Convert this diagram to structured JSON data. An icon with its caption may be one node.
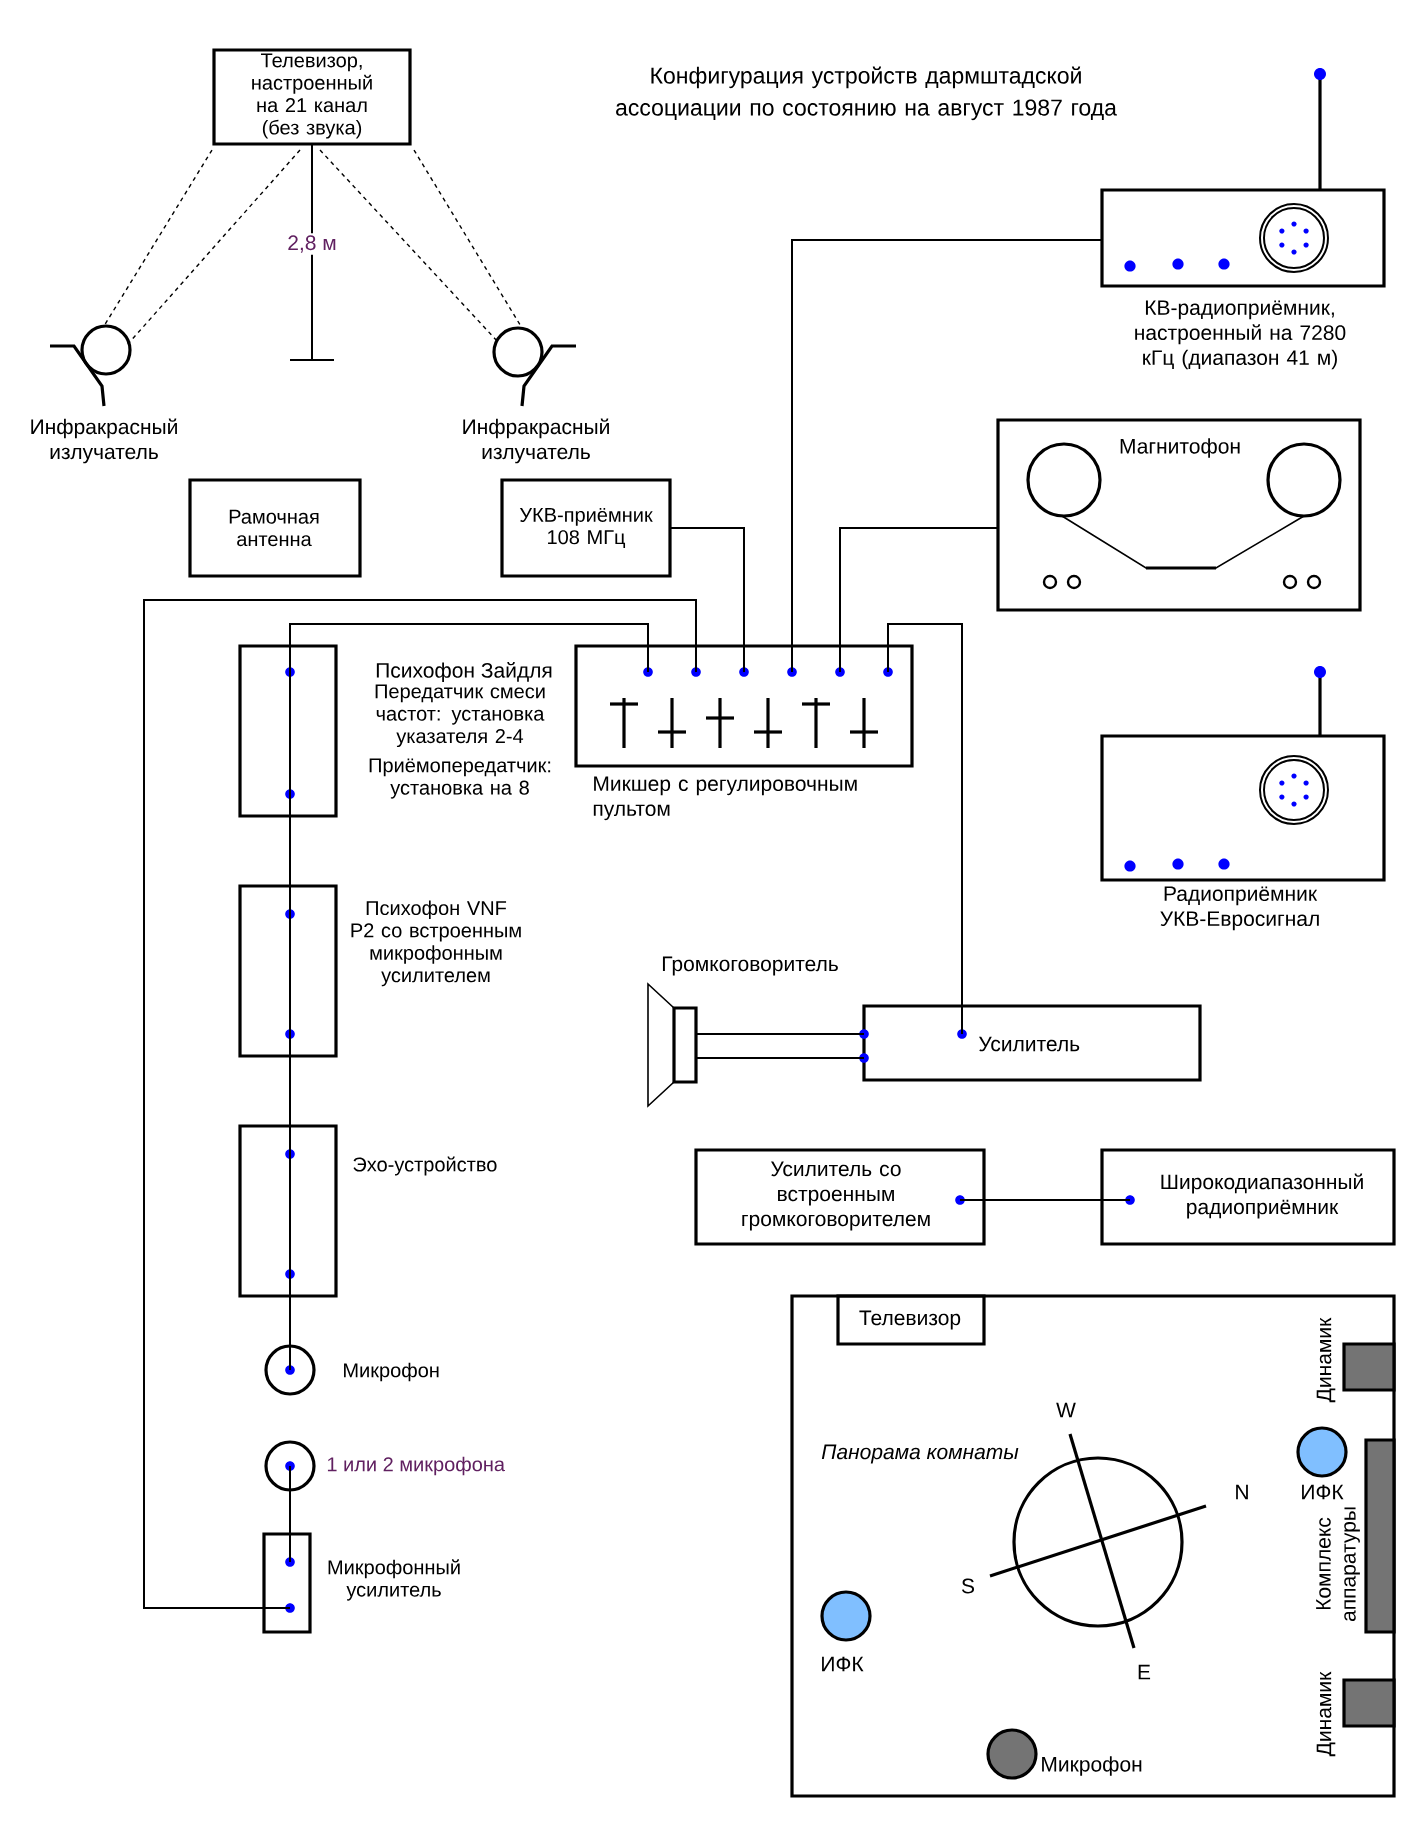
{
  "diagram": {
    "title": "Конфигурация устройств дармштадской ассоциации по состоянию на август 1987 года",
    "nodes": [
      {
        "text": [
          "Телевизор, настроенный на 21 канал (без звука)"
        ]
      },
      {
        "text": [
          "Инфракрасный излучатель"
        ]
      },
      {
        "text": [
          "Инфракрасный излучатель"
        ]
      },
      {
        "text": [
          "Рамочная антенна"
        ]
      },
      {
        "text": [
          "УКВ-приёмник 108 МГц"
        ]
      },
      {
        "text": [
          "КВ-радиоприёмник, настроенный на 7280 кГц (диапазон 41 м)"
        ]
      },
      {
        "text": [
          "Магнитофон"
        ]
      },
      {
        "text": [
          "Психофон Зайдля",
          "Передатчик смеси частот: установка указателя 2-4",
          "Приёмопередатчик: установка на 8"
        ]
      },
      {
        "text": [
          "Микшер с регулировочным пультом"
        ]
      },
      {
        "text": [
          "Радиоприёмник УКВ-Евросигнал"
        ]
      },
      {
        "text": [
          "Психофон VNF P2 со встроенным микрофонным усилителем"
        ]
      },
      {
        "text": [
          "Громкоговоритель"
        ]
      },
      {
        "text": [
          "Усилитель"
        ]
      },
      {
        "text": [
          "Эхо-устройство"
        ]
      },
      {
        "text": [
          "Усилитель со встроенным громкоговорителем"
        ]
      },
      {
        "text": [
          "Широкодиапазонный радиоприёмник"
        ]
      },
      {
        "text": [
          "Микрофон"
        ]
      },
      {
        "text": [
          "1 или 2 микрофона"
        ]
      },
      {
        "text": [
          "Микрофонный усилитель"
        ]
      },
      {
        "text": [
          "Панорама комнаты"
        ]
      },
      {
        "text": [
          "Телевизор"
        ],
        "in": 19
      },
      {
        "text": [
          "Динамик"
        ],
        "in": 19
      },
      {
        "text": [
          "ИФК"
        ],
        "in": 19
      },
      {
        "text": [
          "Комплекс аппаратуры"
        ],
        "in": 19
      },
      {
        "text": [
          "ИФК"
        ],
        "in": 19
      },
      {
        "text": [
          "Динамик"
        ],
        "in": 19
      },
      {
        "text": [
          "Микрофон"
        ],
        "in": 19
      }
    ],
    "edges": [
      {
        "from": 0,
        "to": 1,
        "arrow": "none",
        "style": "dashed"
      },
      {
        "from": 0,
        "to": 1,
        "arrow": "none",
        "style": "dashed"
      },
      {
        "from": 0,
        "to": 2,
        "arrow": "none",
        "style": "dashed"
      },
      {
        "from": 0,
        "to": 2,
        "arrow": "none",
        "style": "dashed"
      },
      {
        "from": 4,
        "to": 8,
        "arrow": "none"
      },
      {
        "from": 5,
        "to": 8,
        "arrow": "none"
      },
      {
        "from": 6,
        "to": 8,
        "arrow": "none"
      },
      {
        "from": 8,
        "to": 12,
        "arrow": "none"
      },
      {
        "from": 8,
        "to": 7,
        "arrow": "none"
      },
      {
        "from": 7,
        "to": 10,
        "arrow": "none"
      },
      {
        "from": 10,
        "to": 13,
        "arrow": "none"
      },
      {
        "from": 13,
        "to": 16,
        "arrow": "none"
      },
      {
        "from": 8,
        "to": 18,
        "arrow": "none"
      },
      {
        "from": 17,
        "to": 18,
        "arrow": "none"
      },
      {
        "from": 11,
        "to": 12,
        "arrow": "none"
      },
      {
        "from": 11,
        "to": 12,
        "arrow": "none"
      },
      {
        "from": 14,
        "to": 15,
        "arrow": "none"
      }
    ],
    "labels": [
      "2,8 м",
      "W",
      "N",
      "S",
      "E"
    ]
  }
}
